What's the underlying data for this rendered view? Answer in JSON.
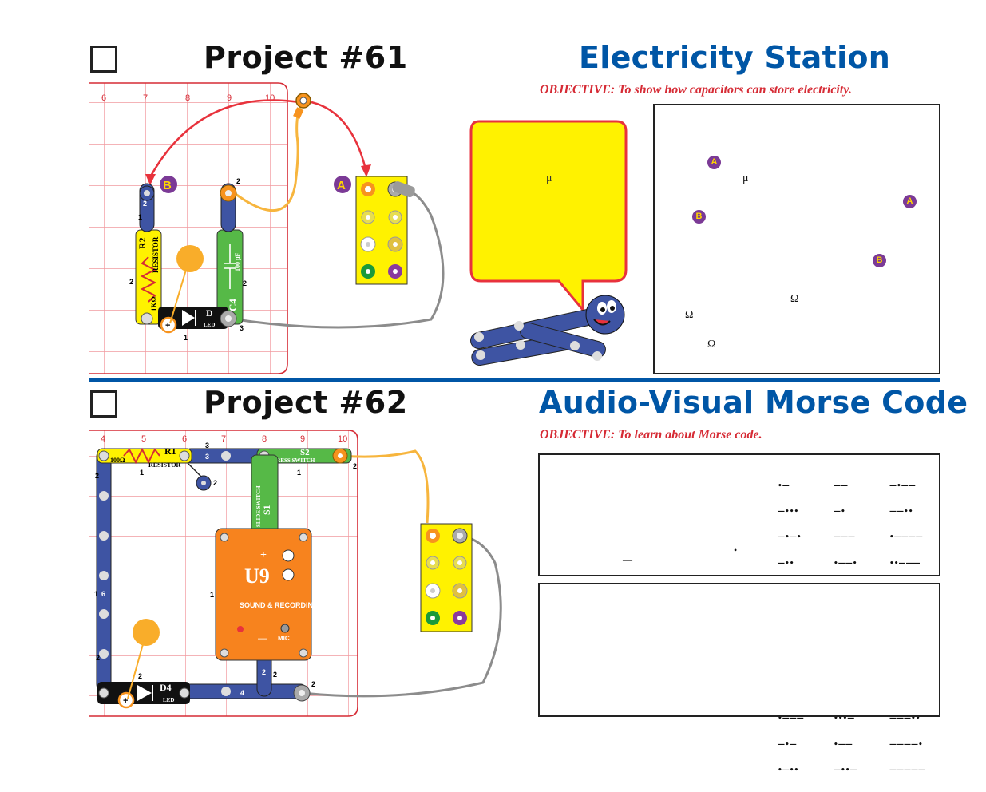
{
  "project61": {
    "number": "Project #61",
    "title": "Electricity Station",
    "objective": "OBJECTIVE:  To show how capacitors can store electricity.",
    "speech_symbol": "μ",
    "panel_symbols": {
      "mu": "μ",
      "ohm_1": "Ω",
      "ohm_2": "Ω",
      "ohm_3": "Ω"
    },
    "badges": [
      "A",
      "B",
      "A",
      "B"
    ],
    "diagram": {
      "grid_cols": [
        "6",
        "7",
        "8",
        "9",
        "10"
      ],
      "point_labels": [
        "B",
        "A"
      ],
      "resistor": {
        "name": "R2",
        "type": "RESISTOR",
        "value": "1KΩ"
      },
      "capacitor": {
        "name": "C4",
        "value": "100 μF"
      },
      "led": {
        "name": "D",
        "type": "LED",
        "symbol": "+"
      },
      "snap_numbers": [
        "1",
        "2",
        "2",
        "2",
        "2",
        "1",
        "3"
      ]
    },
    "colors": {
      "accent": "#0056a6",
      "objective": "#d62b35",
      "speech_bg": "#fff200",
      "speech_border": "#e8323c"
    }
  },
  "project62": {
    "number": "Project #62",
    "title": "Audio-Visual Morse Code",
    "objective": "OBJECTIVE:  To learn about Morse code.",
    "panel_glyphs": {
      "dash": "—",
      "dot": "•"
    },
    "morse": {
      "col1": [
        "•—",
        "—•••",
        "—•—•",
        "—••",
        "•",
        "••—•",
        "——•",
        "••••",
        "••",
        "•———",
        "—•—",
        "•—••"
      ],
      "col2": [
        "——",
        "—•",
        "———",
        "•——•",
        "——•—",
        "•—•",
        "•••",
        "—",
        "••—",
        "•••—",
        "•——",
        "—••—"
      ],
      "col3": [
        "—•——",
        "——••",
        "•————",
        "••———",
        "•••——",
        "••••—",
        "•••••",
        "—••••",
        "——•••",
        "———••",
        "————•",
        "—————"
      ]
    },
    "diagram": {
      "grid_cols": [
        "4",
        "5",
        "6",
        "7",
        "8",
        "9",
        "10"
      ],
      "resistor": {
        "name": "R1",
        "type": "RESISTOR",
        "value": "100Ω"
      },
      "switch_press": {
        "name": "S2",
        "type": "PRESS SWITCH"
      },
      "switch_slide": {
        "name": "S1",
        "type": "SLIDE SWITCH"
      },
      "ic": {
        "name": "U9",
        "label": "SOUND & RECORDING",
        "mic": "MIC",
        "plus": "+",
        "minus": "—"
      },
      "led": {
        "name": "D4",
        "type": "LED",
        "symbol": "+"
      },
      "snap_numbers": [
        "3",
        "3",
        "2",
        "2",
        "1",
        "2",
        "1",
        "6",
        "1",
        "1",
        "2",
        "4",
        "2",
        "2",
        "2",
        "2"
      ]
    }
  }
}
